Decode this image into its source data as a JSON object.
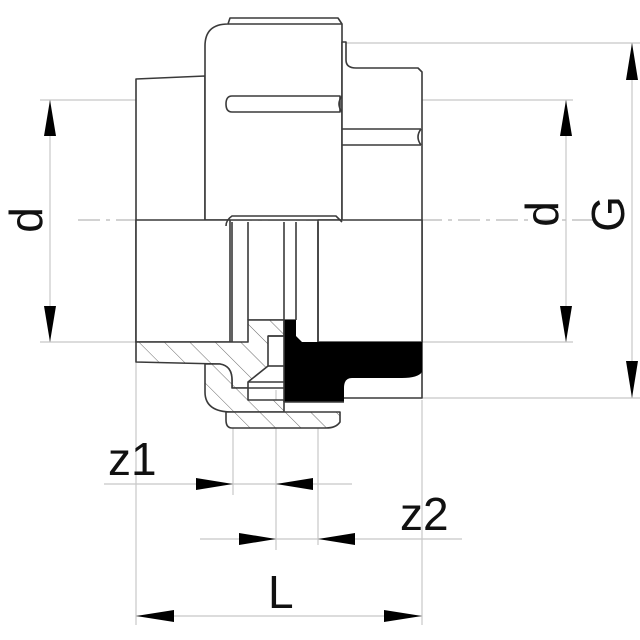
{
  "drawing": {
    "title": "Pipe union fitting - sectional view",
    "line_color": "#3a3a3a",
    "dimension_line_color": "#c8c8c8",
    "arrow_color": "#000000"
  },
  "dimensions": {
    "d_left": "d",
    "d_right": "d",
    "G": "G",
    "z1": "z1",
    "z2": "z2",
    "L": "L"
  }
}
